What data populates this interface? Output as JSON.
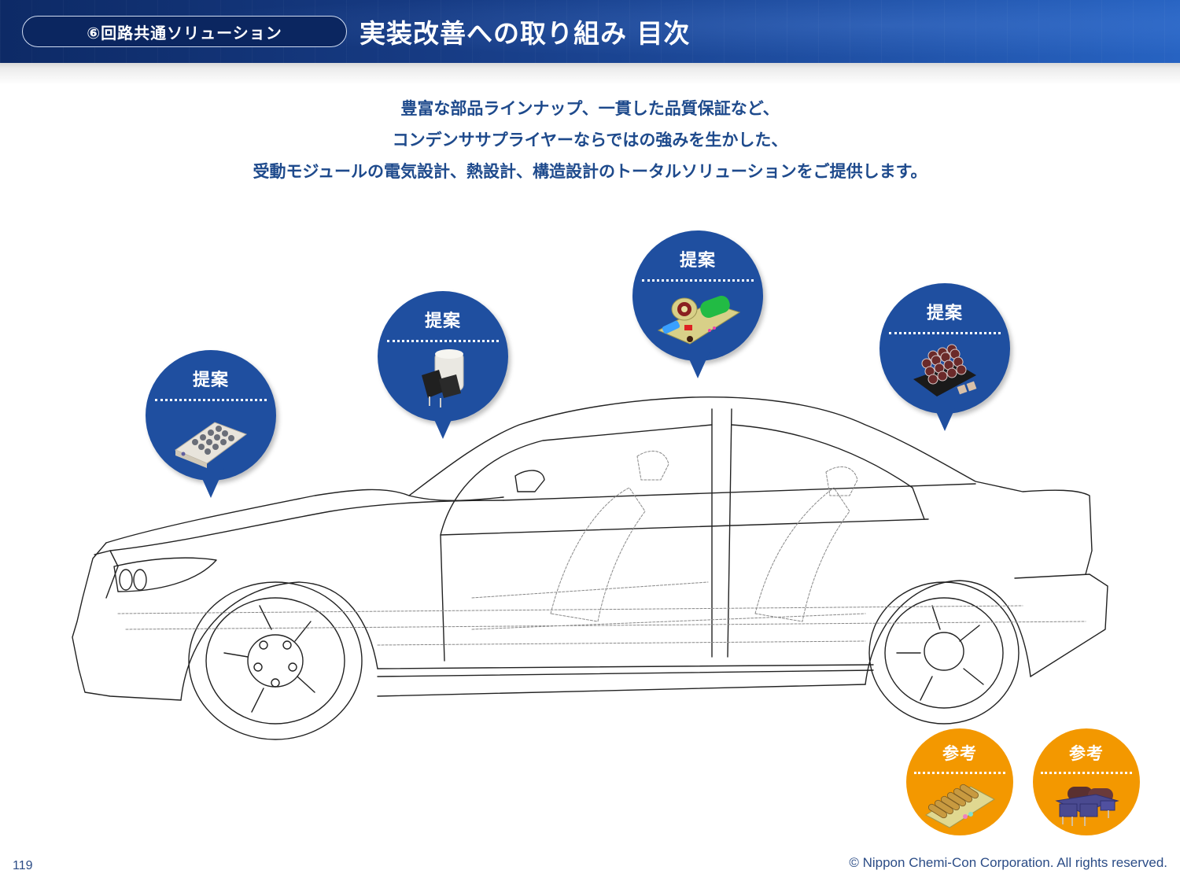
{
  "header": {
    "section_label": "⑥回路共通ソリューション",
    "title": "実装改善への取り組み 目次"
  },
  "intro": {
    "lines": [
      "豊富な部品ラインナップ、一貫した品質保証など、",
      "コンデンササプライヤーならではの強みを生かした、",
      "受動モジュールの電気設計、熱設計、構造設計のトータルソリューションをご提供します。"
    ]
  },
  "proposals": [
    {
      "label": "提案",
      "product": "capacitor-array-module"
    },
    {
      "label": "提案",
      "product": "inductor-component"
    },
    {
      "label": "提案",
      "product": "power-module-3d-model"
    },
    {
      "label": "提案",
      "product": "capacitor-bank-module"
    }
  ],
  "references": [
    {
      "label": "参考",
      "product": "capacitor-board-3d-model"
    },
    {
      "label": "参考",
      "product": "coil-module-3d-model"
    }
  ],
  "colors": {
    "header_dark": "#0d2a66",
    "header_light": "#2763c2",
    "text_blue": "#1e4a8c",
    "proposal_bubble": "#1f4fa0",
    "reference_circle": "#f39800"
  },
  "footer": {
    "page_number": "119",
    "copyright": "© Nippon Chemi-Con Corporation. All rights reserved."
  }
}
